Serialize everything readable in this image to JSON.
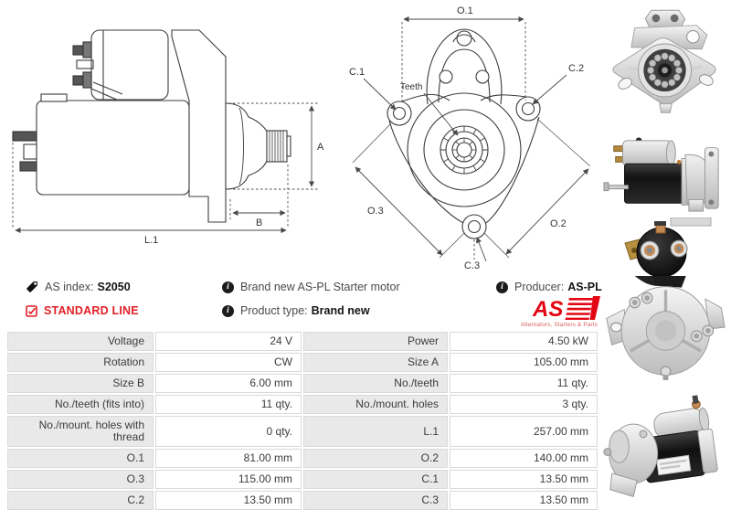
{
  "colors": {
    "accent_red": "#e31e24",
    "logo_red": "#e30613",
    "table_label_bg": "#e9e9e9",
    "table_border": "#d9d9d9",
    "drawing_line": "#3c3c3c"
  },
  "diagrams": {
    "side_view": {
      "labels": {
        "a": "A",
        "b": "B",
        "l1": "L.1"
      }
    },
    "front_view": {
      "labels": {
        "o1": "O.1",
        "o2": "O.2",
        "o3": "O.3",
        "c1": "C.1",
        "c2": "C.2",
        "c3": "C.3",
        "teeth": "Teeth"
      }
    }
  },
  "photos": {
    "items": [
      {
        "name": "front-flange-photo"
      },
      {
        "name": "side-profile-photo"
      },
      {
        "name": "solenoid-terminals-photo"
      },
      {
        "name": "rear-housing-photo"
      },
      {
        "name": "angled-side-photo"
      }
    ]
  },
  "info_bar": {
    "as_index": {
      "label": "AS index:",
      "value": "S2050"
    },
    "standard_line": "STANDARD LINE",
    "brand_new": "Brand new AS-PL Starter motor",
    "product_type": {
      "label": "Product type:",
      "value": "Brand new"
    },
    "producer": {
      "label": "Producer:",
      "value": "AS-PL"
    },
    "logo": {
      "text": "AS",
      "tagline": "Alternators, Starters & Parts"
    }
  },
  "spec_table": {
    "rows": [
      {
        "label1": "Voltage",
        "value1": "24 V",
        "label2": "Power",
        "value2": "4.50 kW"
      },
      {
        "label1": "Rotation",
        "value1": "CW",
        "label2": "Size A",
        "value2": "105.00 mm"
      },
      {
        "label1": "Size B",
        "value1": "6.00 mm",
        "label2": "No./teeth",
        "value2": "11 qty."
      },
      {
        "label1": "No./teeth (fits into)",
        "value1": "11 qty.",
        "label2": "No./mount. holes",
        "value2": "3 qty."
      },
      {
        "label1": "No./mount. holes with thread",
        "value1": "0 qty.",
        "label2": "L.1",
        "value2": "257.00 mm"
      },
      {
        "label1": "O.1",
        "value1": "81.00 mm",
        "label2": "O.2",
        "value2": "140.00 mm"
      },
      {
        "label1": "O.3",
        "value1": "115.00 mm",
        "label2": "C.1",
        "value2": "13.50 mm"
      },
      {
        "label1": "C.2",
        "value1": "13.50 mm",
        "label2": "C.3",
        "value2": "13.50 mm"
      }
    ]
  }
}
